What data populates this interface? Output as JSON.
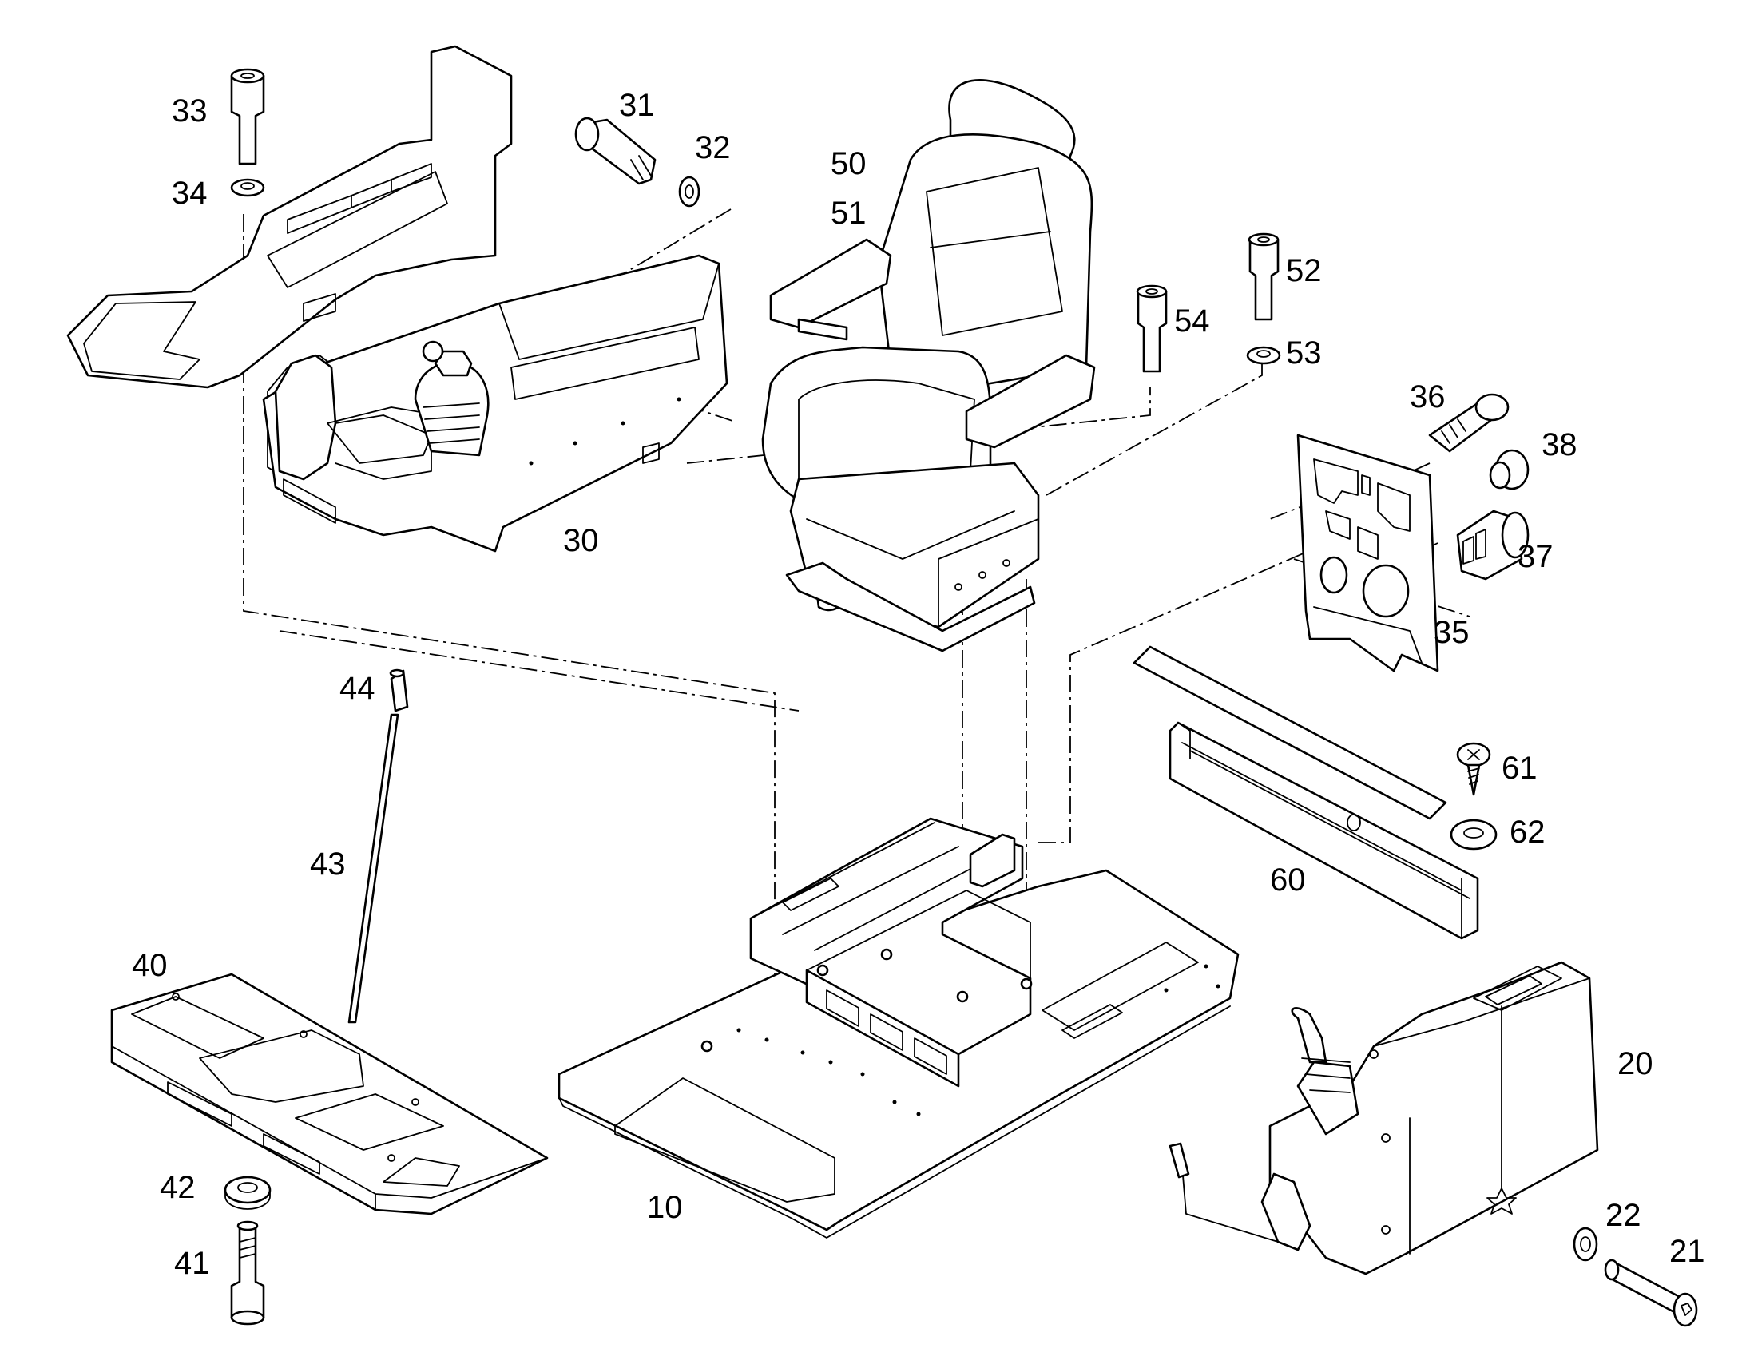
{
  "callouts": [
    {
      "id": "10",
      "text": "10"
    },
    {
      "id": "20",
      "text": "20"
    },
    {
      "id": "21",
      "text": "21"
    },
    {
      "id": "22",
      "text": "22"
    },
    {
      "id": "30",
      "text": "30"
    },
    {
      "id": "31",
      "text": "31"
    },
    {
      "id": "32",
      "text": "32"
    },
    {
      "id": "33",
      "text": "33"
    },
    {
      "id": "34",
      "text": "34"
    },
    {
      "id": "35",
      "text": "35"
    },
    {
      "id": "36",
      "text": "36"
    },
    {
      "id": "37",
      "text": "37"
    },
    {
      "id": "38",
      "text": "38"
    },
    {
      "id": "40",
      "text": "40"
    },
    {
      "id": "41",
      "text": "41"
    },
    {
      "id": "42",
      "text": "42"
    },
    {
      "id": "43",
      "text": "43"
    },
    {
      "id": "44",
      "text": "44"
    },
    {
      "id": "50",
      "text": "50"
    },
    {
      "id": "51",
      "text": "51"
    },
    {
      "id": "52",
      "text": "52"
    },
    {
      "id": "53",
      "text": "53"
    },
    {
      "id": "54",
      "text": "54"
    },
    {
      "id": "60",
      "text": "60"
    },
    {
      "id": "61",
      "text": "61"
    },
    {
      "id": "62",
      "text": "62"
    }
  ]
}
